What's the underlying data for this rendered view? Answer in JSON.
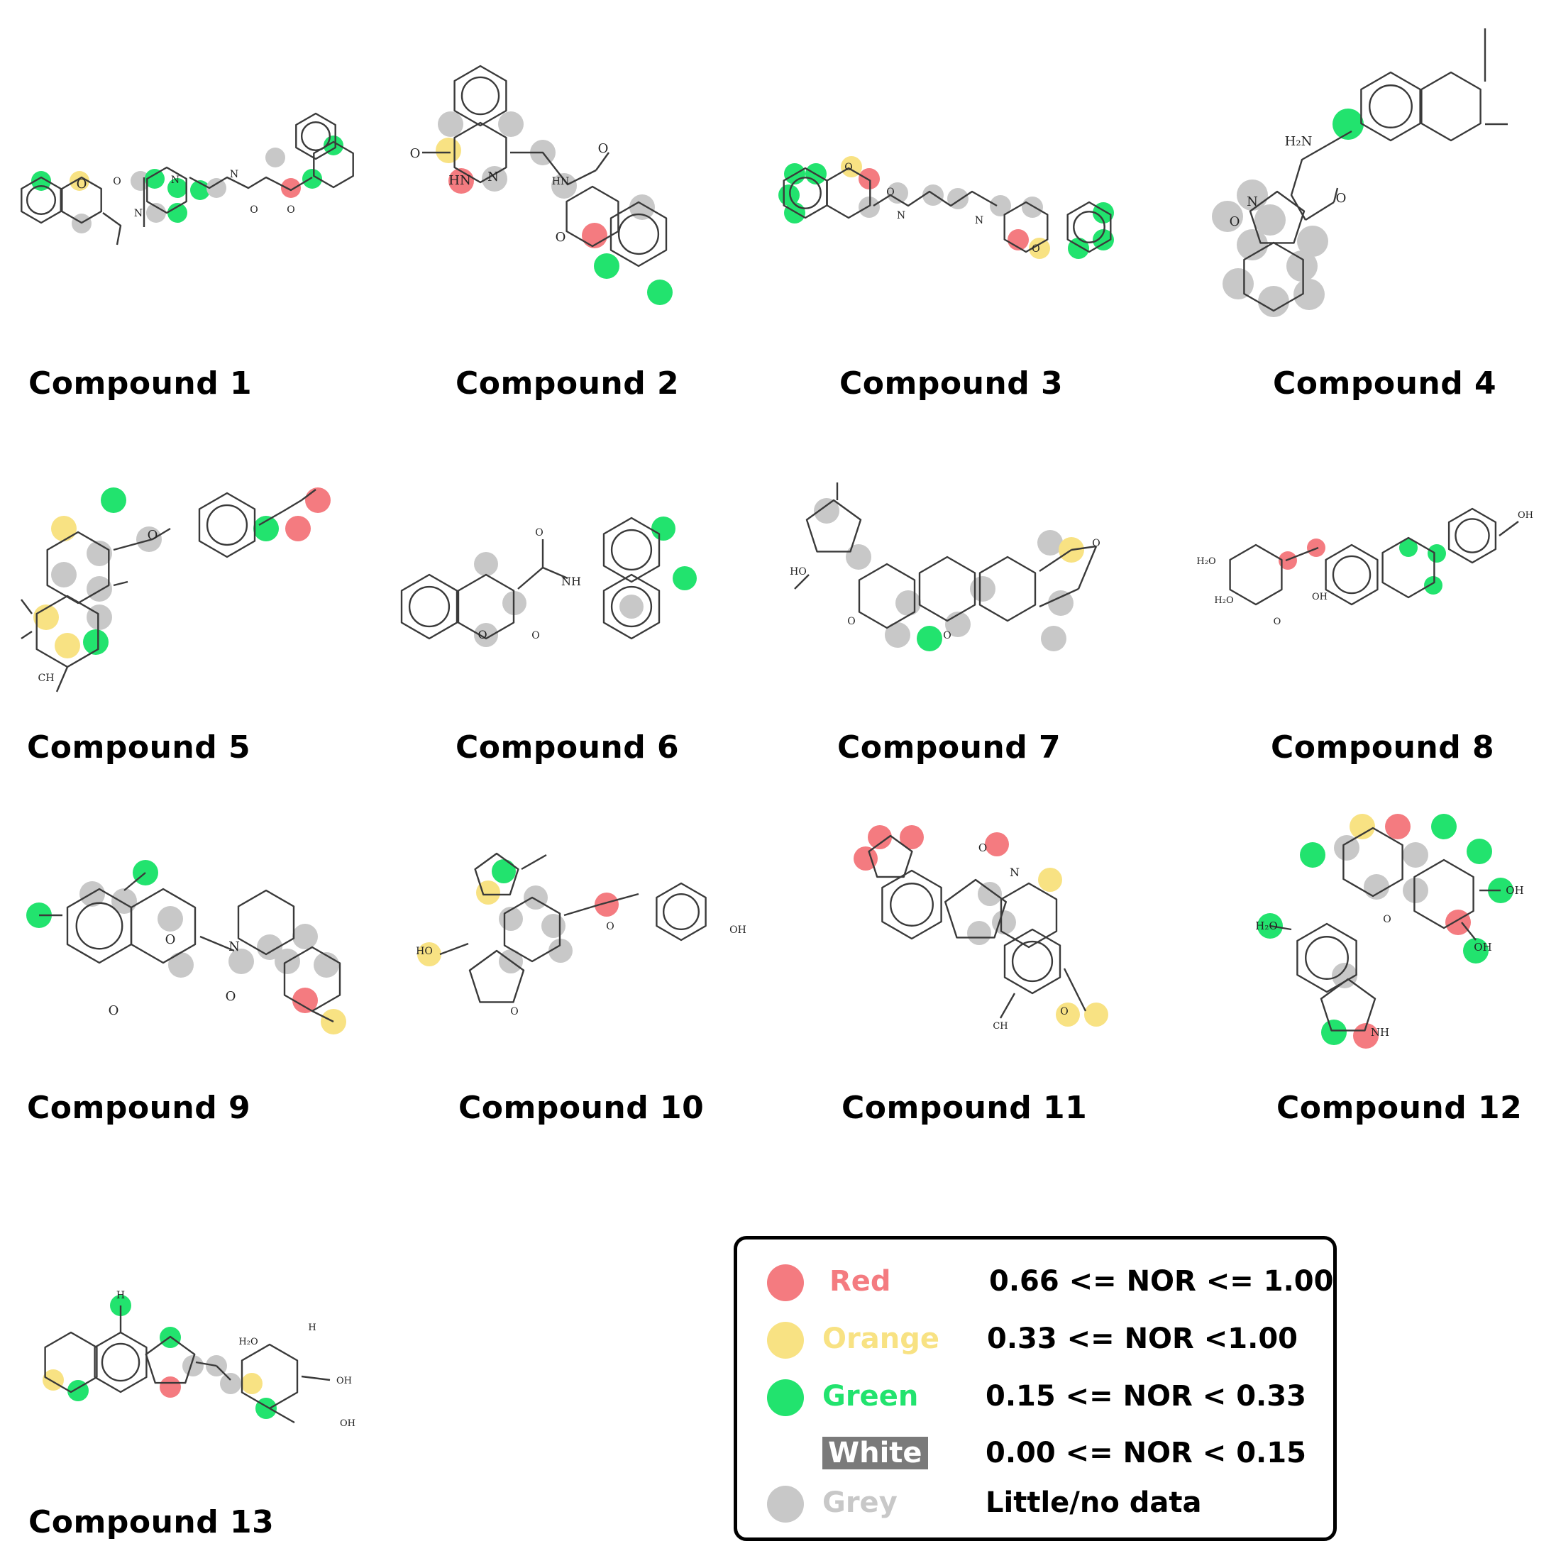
{
  "compounds": [
    {
      "label": "Compound 1"
    },
    {
      "label": "Compound 2"
    },
    {
      "label": "Compound 3"
    },
    {
      "label": "Compound 4"
    },
    {
      "label": "Compound 5"
    },
    {
      "label": "Compound 6"
    },
    {
      "label": "Compound 7"
    },
    {
      "label": "Compound 8"
    },
    {
      "label": "Compound 9"
    },
    {
      "label": "Compound 10"
    },
    {
      "label": "Compound 11"
    },
    {
      "label": "Compound 12"
    },
    {
      "label": "Compound 13"
    }
  ],
  "legend": [
    {
      "name": "Red",
      "range": "0.66 <= NOR <= 1.00",
      "color": "#f47b80"
    },
    {
      "name": "Orange",
      "range": "0.33 <= NOR <1.00",
      "color": "#f8e283"
    },
    {
      "name": "Green",
      "range": "0.15 <= NOR < 0.33",
      "color": "#22e36e"
    },
    {
      "name": "White",
      "range": "0.00 <= NOR < 0.15",
      "color": "#ffffff"
    },
    {
      "name": "Grey",
      "range": "Little/no data",
      "color": "#c8c8c8"
    }
  ],
  "colors": {
    "red": "#f47b80",
    "orange": "#f8e283",
    "green": "#22e36e",
    "grey": "#c8c8c8",
    "bond": "#3a3a3a"
  }
}
